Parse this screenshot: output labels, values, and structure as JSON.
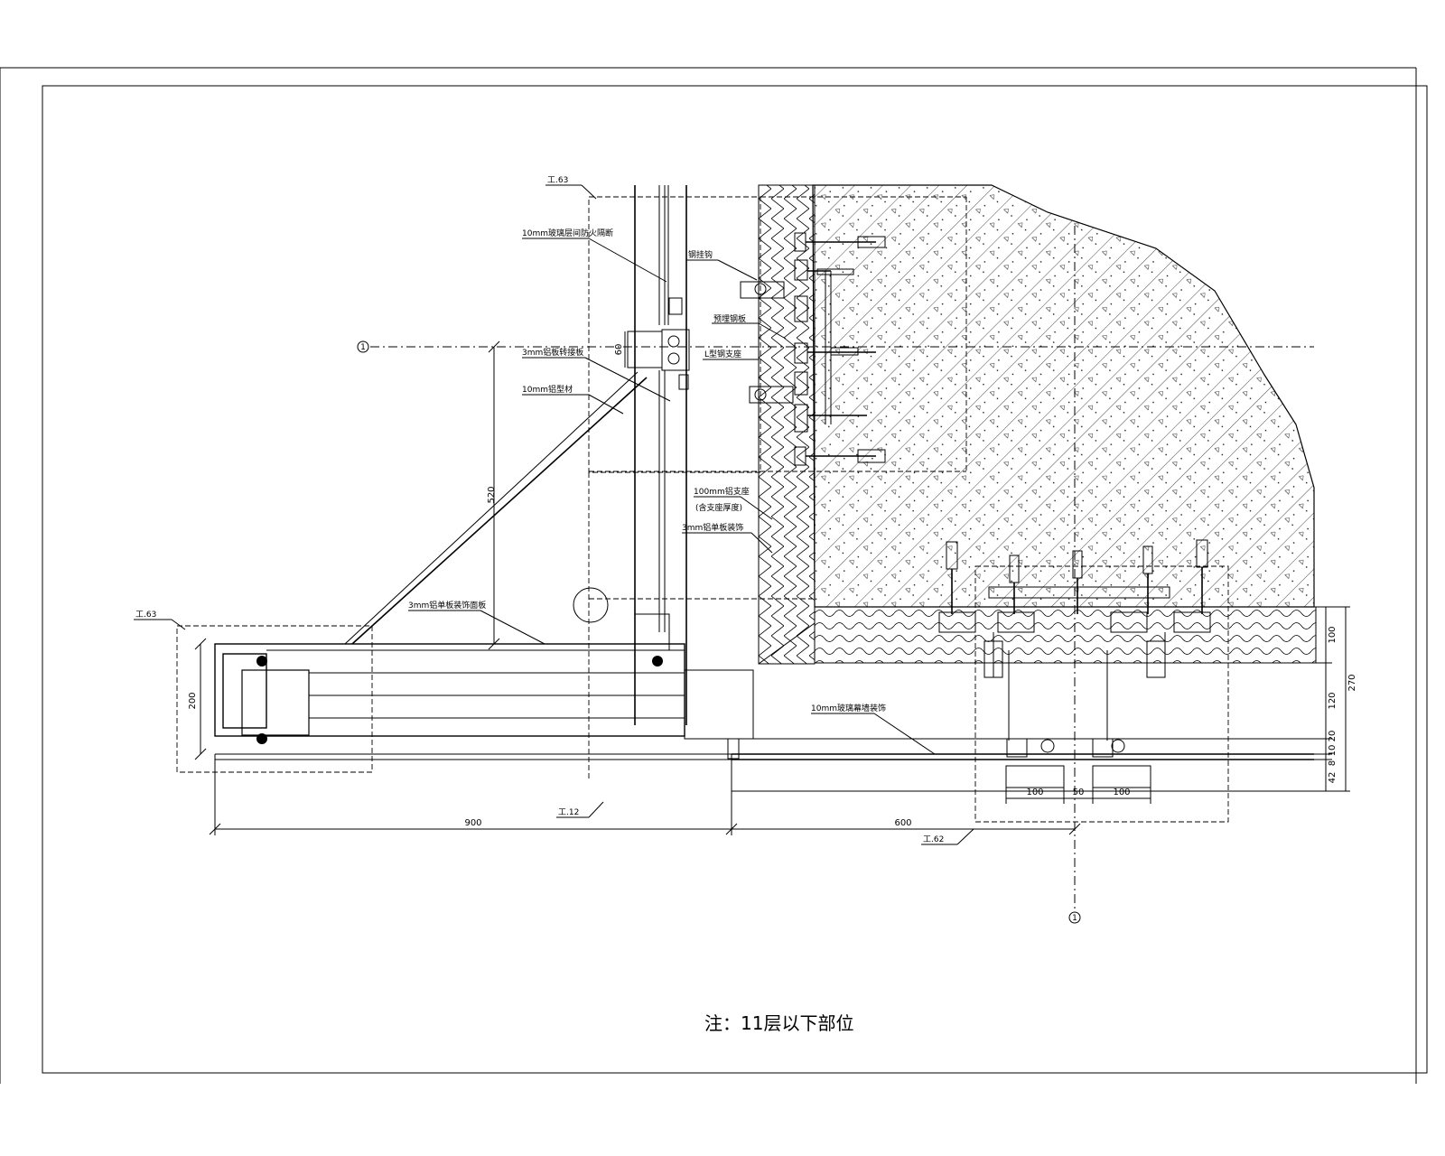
{
  "labels": {
    "top_ref": "工.63",
    "glass_10mm_top": "10mm玻璃层间防火隔断",
    "fixing_bracket": "钢挂钩",
    "cast_embed": "预埋钢板",
    "steel_angle": "L型钢支座",
    "alu_3mm_sheet": "3mm铝板转接板",
    "alu_10mm_frame": "10mm铝型材",
    "alu_100mm_support": "100mm铝支座",
    "alu_100mm_support_2": "(含支座厚度)",
    "alu_3mm_cover": "3mm铝单板装饰",
    "alu_3mm_panel": "3mm铝单板装饰面板",
    "left_ref": "工.63",
    "glass_10mm_bottom": "10mm玻璃幕墙装饰",
    "bottom_ref_1": "工.12",
    "bottom_ref_2": "工.62"
  },
  "dimensions": {
    "d520": "520",
    "d60": "60",
    "d200": "200",
    "d900": "900",
    "d600": "600",
    "d100a": "100",
    "d50": "50",
    "d100b": "100",
    "d100_right": "100",
    "d120": "120",
    "d270": "270",
    "d8": "8",
    "d10": "10",
    "d20": "20",
    "d42": "42"
  },
  "grid_axes": {
    "axis_left": "1",
    "axis_bottom": "1"
  },
  "note": "注：11层以下部位"
}
